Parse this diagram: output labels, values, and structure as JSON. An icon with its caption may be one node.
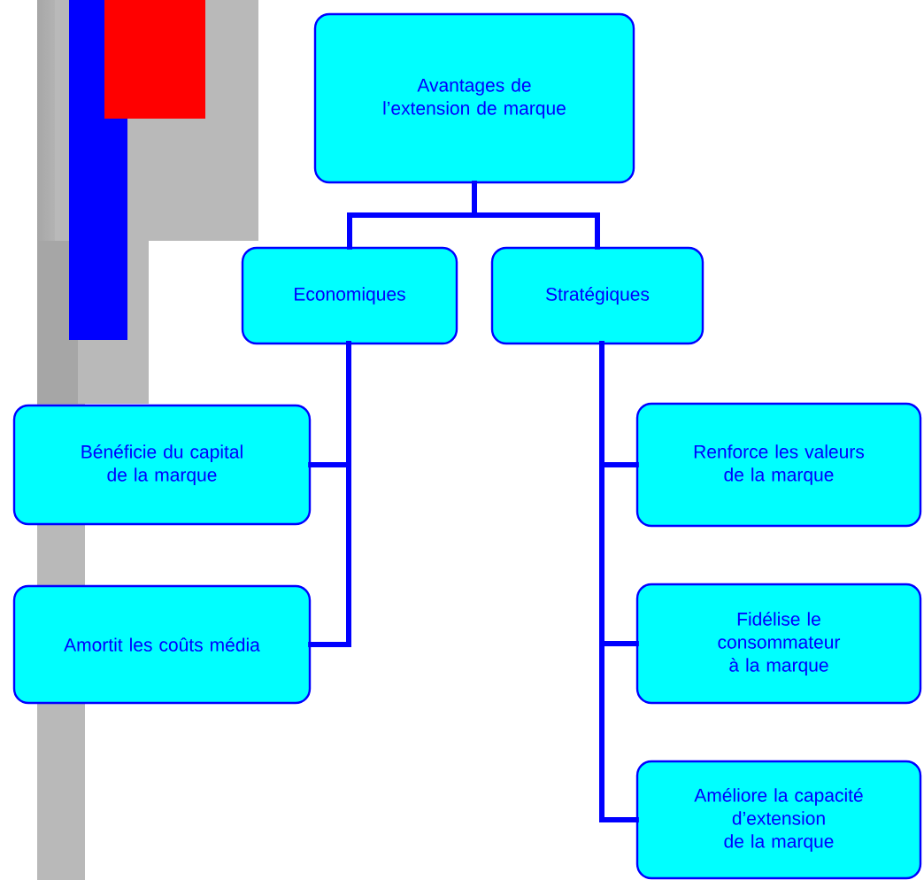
{
  "diagram": {
    "nodes": [
      {
        "text": [
          "Avantages de l’extension de marque"
        ]
      },
      {
        "text": [
          "Economiques"
        ]
      },
      {
        "text": [
          "Stratégiques"
        ]
      },
      {
        "text": [
          "Bénéficie du capital de la marque"
        ]
      },
      {
        "text": [
          "Amortit les coûts média"
        ]
      },
      {
        "text": [
          "Renforce les valeurs de la marque"
        ]
      },
      {
        "text": [
          "Fidélise le consommateur à la marque"
        ]
      },
      {
        "text": [
          "Améliore la capacité d’extension de la marque"
        ]
      }
    ],
    "edges": [
      {
        "from": 0,
        "to": 1,
        "arrow": "none"
      },
      {
        "from": 0,
        "to": 2,
        "arrow": "none"
      },
      {
        "from": 1,
        "to": 3,
        "arrow": "none"
      },
      {
        "from": 1,
        "to": 4,
        "arrow": "none"
      },
      {
        "from": 2,
        "to": 5,
        "arrow": "none"
      },
      {
        "from": 2,
        "to": 6,
        "arrow": "none"
      },
      {
        "from": 2,
        "to": 7,
        "arrow": "none"
      }
    ]
  }
}
